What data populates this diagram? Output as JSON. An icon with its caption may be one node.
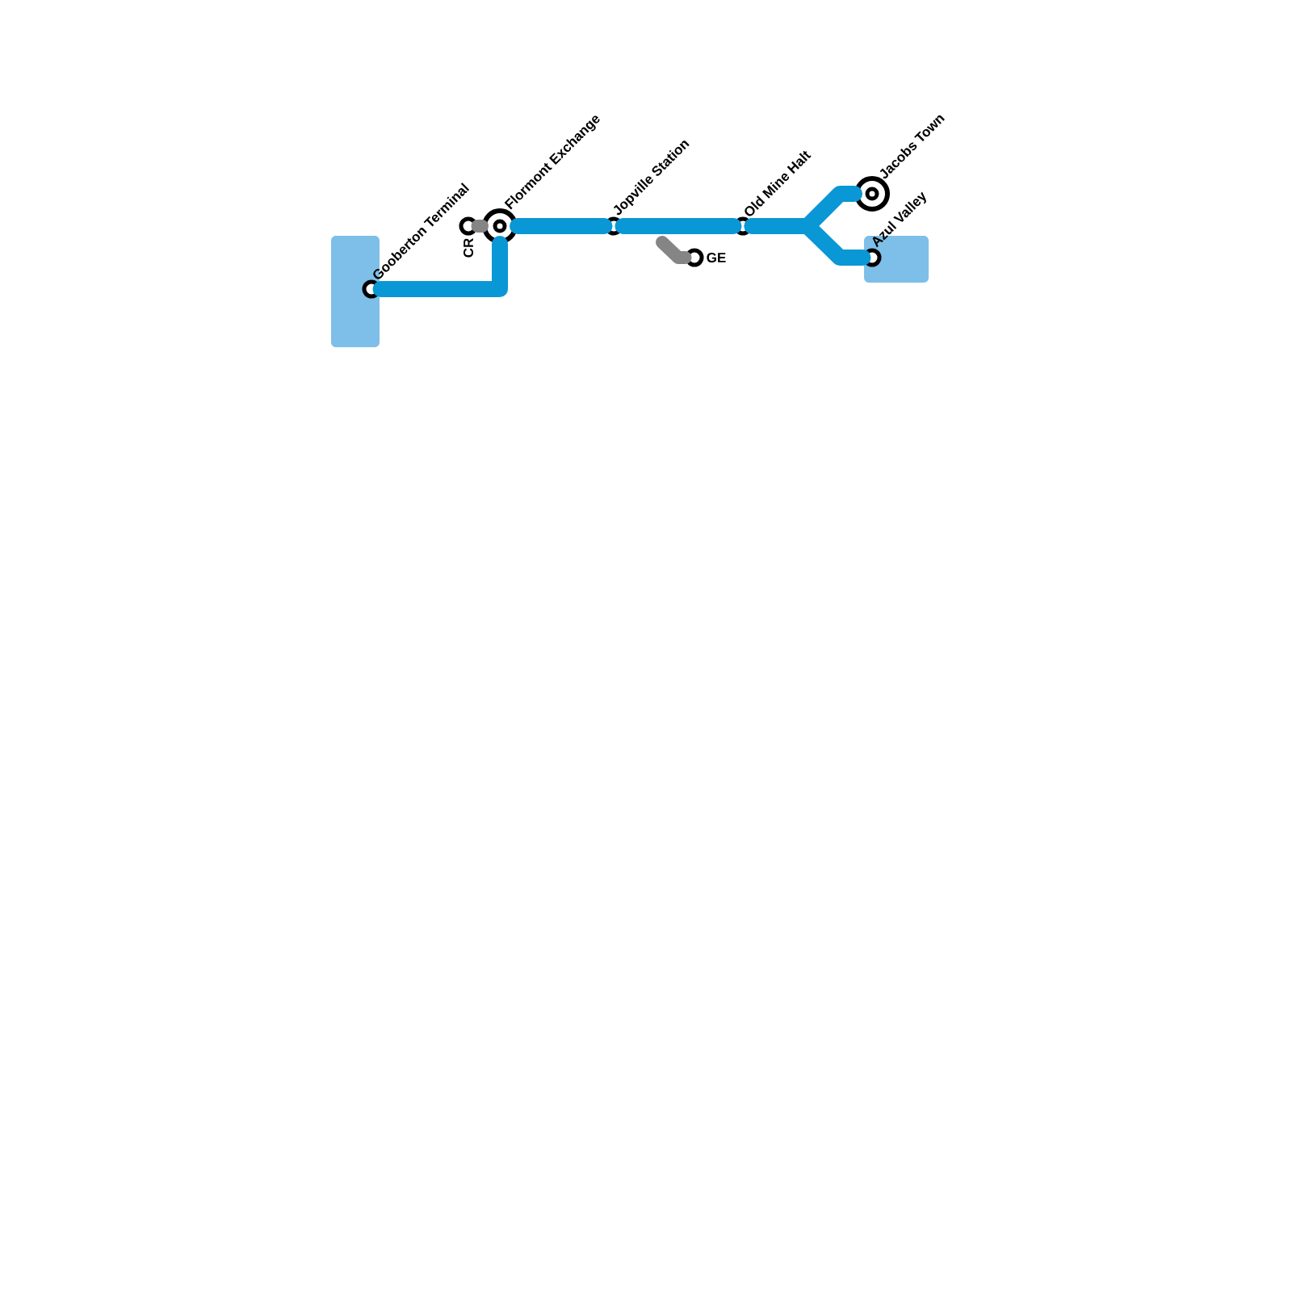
{
  "diagram": {
    "nodes": [
      {
        "text": [
          "Gooberton Terminal"
        ]
      },
      {
        "text": [
          "CR"
        ]
      },
      {
        "text": [
          "Flormont Exchange"
        ]
      },
      {
        "text": [
          "Jopville Station"
        ]
      },
      {
        "text": [
          "GE"
        ]
      },
      {
        "text": [
          "Old Mine Halt"
        ]
      },
      {
        "text": [
          "Jacobs Town"
        ]
      },
      {
        "text": [
          "Azul Valley"
        ]
      }
    ],
    "edges": [
      {
        "from": 0,
        "to": 2,
        "arrow": "none"
      },
      {
        "from": 1,
        "to": 2,
        "arrow": "none",
        "color": "#858585"
      },
      {
        "from": 2,
        "to": 3,
        "arrow": "none"
      },
      {
        "from": 3,
        "to": 5,
        "arrow": "none"
      },
      {
        "from": null,
        "to": 4,
        "arrow": "none",
        "color": "#858585"
      },
      {
        "from": 5,
        "to": 6,
        "arrow": "none"
      },
      {
        "from": 5,
        "to": 7,
        "arrow": "none"
      }
    ]
  }
}
